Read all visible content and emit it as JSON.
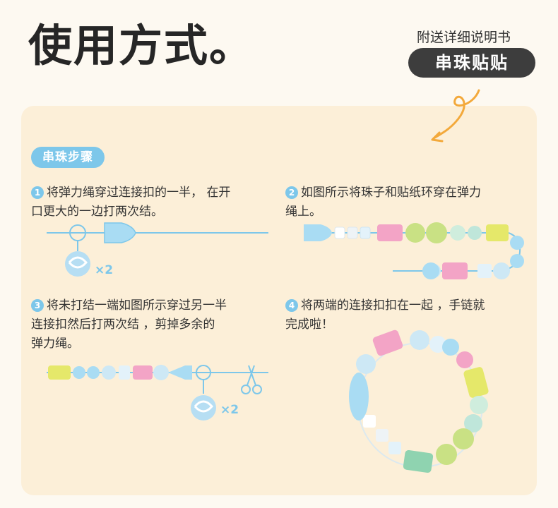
{
  "header": {
    "title": "使用方式。",
    "note": "附送详细说明书",
    "badge": "串珠贴贴"
  },
  "section": {
    "label": "串珠步骤"
  },
  "steps": [
    {
      "num": "1",
      "text_line1": "将弹力绳穿过连接扣的一半， 在开",
      "text_line2": "口更大的一边打两次结。",
      "text_line3": ""
    },
    {
      "num": "2",
      "text_line1": "如图所示将珠子和贴纸环穿在弹力",
      "text_line2": "绳上。",
      "text_line3": ""
    },
    {
      "num": "3",
      "text_line1": "将未打结一端如图所示穿过另一半",
      "text_line2": "连接扣然后打两次结 ，剪掉多余的",
      "text_line3": "弹力绳。"
    },
    {
      "num": "4",
      "text_line1": "将两端的连接扣扣在一起 ，手链就",
      "text_line2": "完成啦！",
      "text_line3": ""
    }
  ],
  "knot_label_1": "×2",
  "knot_label_3": "×2",
  "colors": {
    "accent": "#7dc7ea",
    "card": "#fcefd8",
    "badge": "#3d3d3d",
    "swirl": "#f3a93b"
  }
}
